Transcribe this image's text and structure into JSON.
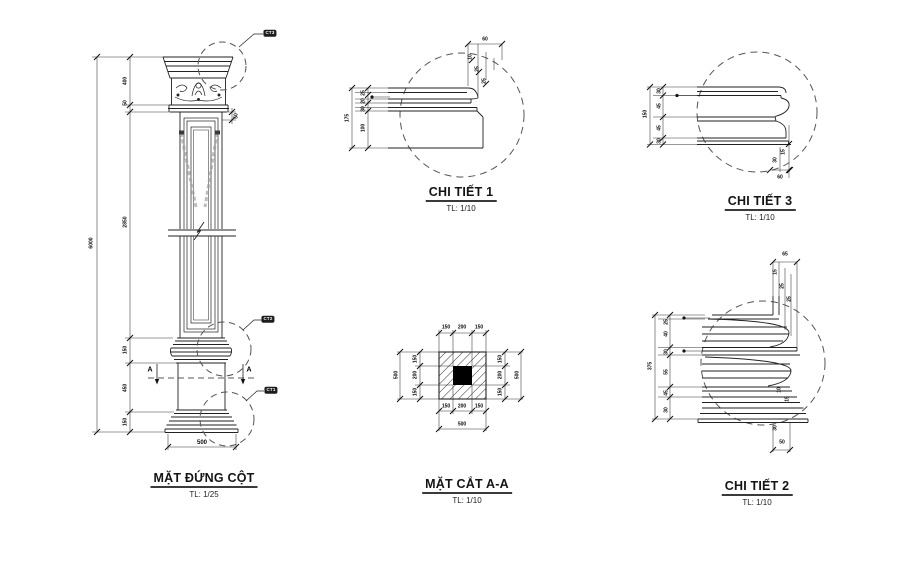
{
  "page": {
    "background": "#ffffff",
    "line_color": "#222222"
  },
  "views": {
    "elevation": {
      "title": "MẶT ĐỨNG CỘT",
      "scale": "TL: 1/25",
      "callout_top": "CT3",
      "callout_mid": "CT2",
      "callout_bottom": "CT1",
      "section_label_left": "A",
      "section_label_right": "A",
      "dim_total_height": "6000",
      "dim_chain": [
        "400",
        "50",
        "2850",
        "150",
        "450",
        "150"
      ],
      "dim_neck": "50",
      "dim_width": "500"
    },
    "detail1": {
      "title": "CHI TIẾT 1",
      "scale": "TL: 1/10",
      "dim_total": "175",
      "dim_left": [
        "25",
        "20",
        "30",
        "100"
      ],
      "dim_top": "60",
      "dim_top_chain": [
        "10",
        "25",
        "25"
      ]
    },
    "detail3": {
      "title": "CHI TIẾT 3",
      "scale": "TL: 1/10",
      "dim_total": "150",
      "dim_left": [
        "30",
        "45",
        "45",
        "30"
      ],
      "dim_right": [
        "15",
        "30"
      ],
      "dim_bottom": "60"
    },
    "section": {
      "title": "MẶT CẮT A-A",
      "scale": "TL: 1/10",
      "dim_top": [
        "150",
        "200",
        "150"
      ],
      "dim_bottom": [
        "150",
        "200",
        "150"
      ],
      "dim_bottom_total": "500",
      "dim_left": [
        "150",
        "200",
        "150"
      ],
      "dim_left_total": "500",
      "dim_right": [
        "150",
        "200",
        "150"
      ],
      "dim_right_total": "500"
    },
    "detail2": {
      "title": "CHI TIẾT 2",
      "scale": "TL: 1/10",
      "dim_total": "375",
      "dim_left": [
        "25",
        "40",
        "30",
        "55",
        "45",
        "30"
      ],
      "dim_top": "65",
      "dim_top_chain": [
        "15",
        "25",
        "25"
      ],
      "dim_bottom_chain": [
        "10",
        "15",
        "30"
      ],
      "dim_bottom": "50"
    }
  }
}
